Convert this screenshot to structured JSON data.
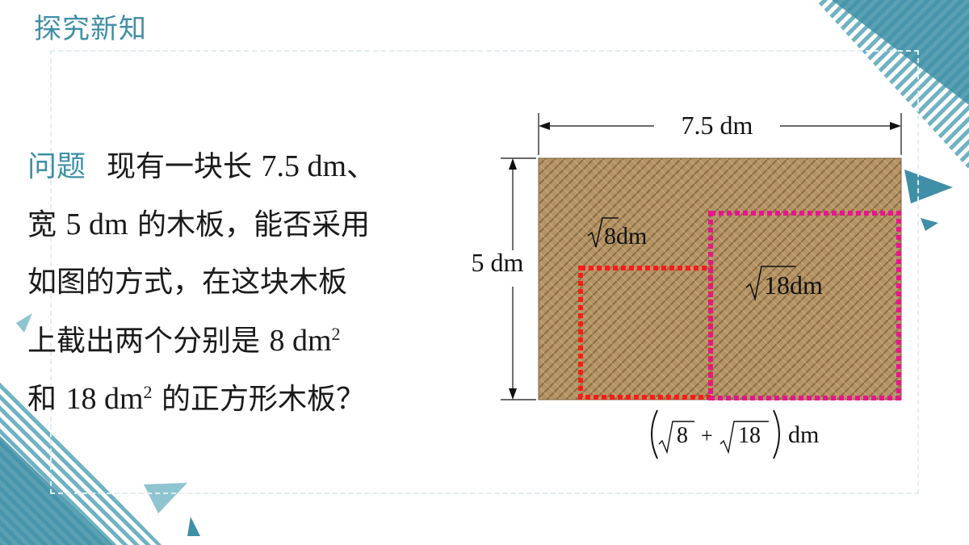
{
  "header": {
    "title": "探究新知"
  },
  "question": {
    "label": "问题",
    "lines": [
      "现有一块长",
      "7.5 dm",
      "、",
      "宽",
      "5 dm",
      "的木板，能否采用",
      "如图的方式，在这块木板",
      "上截出两个分别是",
      "8 dm",
      "2",
      "和",
      "18 dm",
      "2",
      "的正方形木板？"
    ]
  },
  "diagram": {
    "top_dim": "7.5 dm",
    "left_dim": "5 dm",
    "small_square_label": "8dm",
    "large_square_label": "18dm",
    "bottom_dim_a": "8",
    "bottom_dim_plus": "+",
    "bottom_dim_b": "18",
    "bottom_dim_unit": "dm",
    "board_color": "#b49364",
    "small_square_color": "#ff1a1a",
    "large_square_color": "#e6168c"
  },
  "theme": {
    "accent": "#3f8fa6",
    "accent_light": "#8fc4d1"
  }
}
